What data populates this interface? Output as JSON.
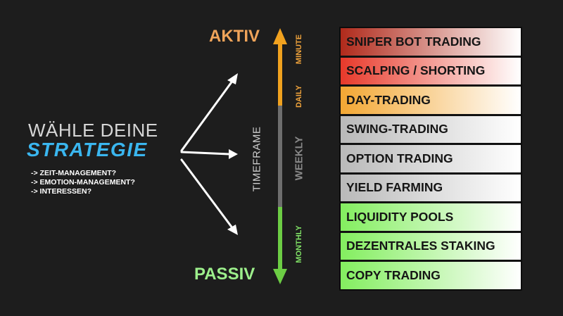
{
  "left": {
    "line1": "WÄHLE DEINE",
    "line2": "STRATEGIE",
    "hints": [
      "-> ZEIT-MANAGEMENT?",
      "-> EMOTION-MANAGEMENT?",
      "-> INTERESSEN?"
    ]
  },
  "scale": {
    "top": "AKTIV",
    "bottom": "PASSIV",
    "axis": "TIMEFRAME",
    "minute": "MINUTE",
    "daily": "DAILY",
    "weekly": "WEEKLY",
    "monthly": "MONTHLY"
  },
  "strategies": [
    {
      "label": "SNIPER BOT TRADING",
      "color": "#b02a1b"
    },
    {
      "label": "SCALPING / SHORTING",
      "color": "#e8392a"
    },
    {
      "label": "DAY-TRADING",
      "color": "#f3a733"
    },
    {
      "label": "SWING-TRADING",
      "color": "#b9b9b9"
    },
    {
      "label": "OPTION TRADING",
      "color": "#b9b9b9"
    },
    {
      "label": "YIELD FARMING",
      "color": "#b9b9b9"
    },
    {
      "label": "LIQUIDITY POOLS",
      "color": "#83ee5f"
    },
    {
      "label": "DEZENTRALES STAKING",
      "color": "#83ee5f"
    },
    {
      "label": "COPY TRADING",
      "color": "#83ee5f"
    }
  ],
  "colors": {
    "background": "#1d1d1d",
    "accent_blue": "#3ab6ef",
    "aktiv": "#f0a45a",
    "passiv": "#9df08c",
    "bar_orange": "#f1a21f",
    "bar_gray": "#6e6e6e",
    "bar_green": "#6ccd44"
  }
}
